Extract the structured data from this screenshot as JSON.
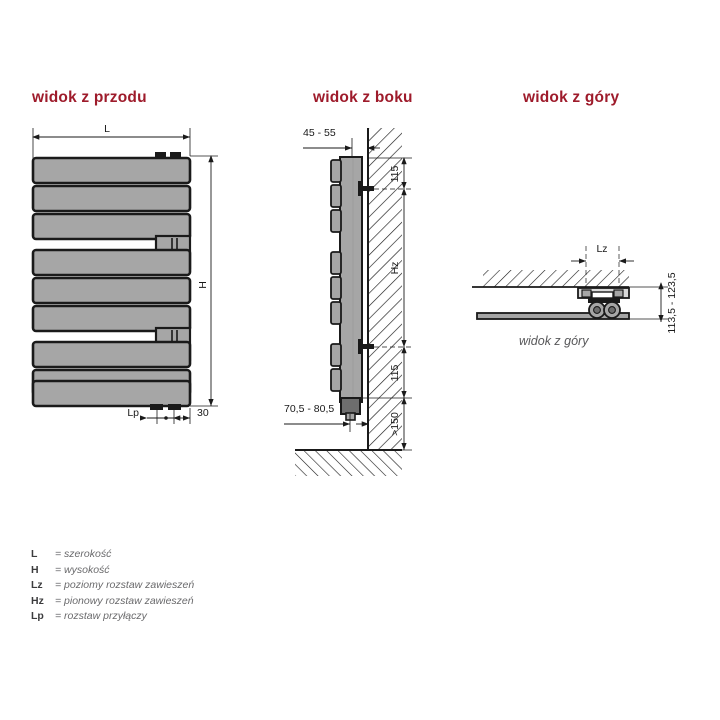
{
  "page": {
    "language": "pl",
    "background": "#ffffff",
    "title_color": "#9e1b2b",
    "body_fill": "#a6a6a6",
    "line_color": "#1a1a1a",
    "legend_color": "#6a6a6c"
  },
  "views": {
    "front": {
      "title": "widok z przodu",
      "dimensions": {
        "width_label": "L",
        "height_label": "H",
        "connection_spacing_label": "Lp",
        "depth_label": "30"
      }
    },
    "side": {
      "title": "widok z boku",
      "dimensions": {
        "top_offset": "45 - 55",
        "upper_bracket": "115",
        "vertical_spacing": "Hz",
        "lower_bracket": "115",
        "floor_clearance": ">150",
        "bottom_offset": "70,5 - 80,5"
      }
    },
    "top": {
      "title": "widok z góry",
      "caption": "widok z góry",
      "dimensions": {
        "horizontal_spacing": "Lz",
        "depth_range": "113,5 - 123,5"
      }
    }
  },
  "legend": {
    "items": [
      {
        "symbol": "L",
        "definition": "= szerokość"
      },
      {
        "symbol": "H",
        "definition": "= wysokość"
      },
      {
        "symbol": "Lz",
        "definition": "= poziomy rozstaw zawieszeń"
      },
      {
        "symbol": "Hz",
        "definition": "= pionowy rozstaw zawieszeń"
      },
      {
        "symbol": "Lp",
        "definition": "= rozstaw przyłączy"
      }
    ]
  }
}
